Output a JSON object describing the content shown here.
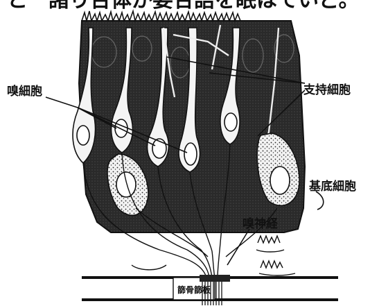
{
  "header": {
    "text": "と一諸り台体か要合語を眠はていど。"
  },
  "labels": {
    "olfactory_cell": "嗅細胞",
    "supporting_cell": "支持細胞",
    "basal_cell": "基底細胞",
    "olfactory_nerve": "嗅神経",
    "cribriform_plate": "篩骨篩板"
  }
}
